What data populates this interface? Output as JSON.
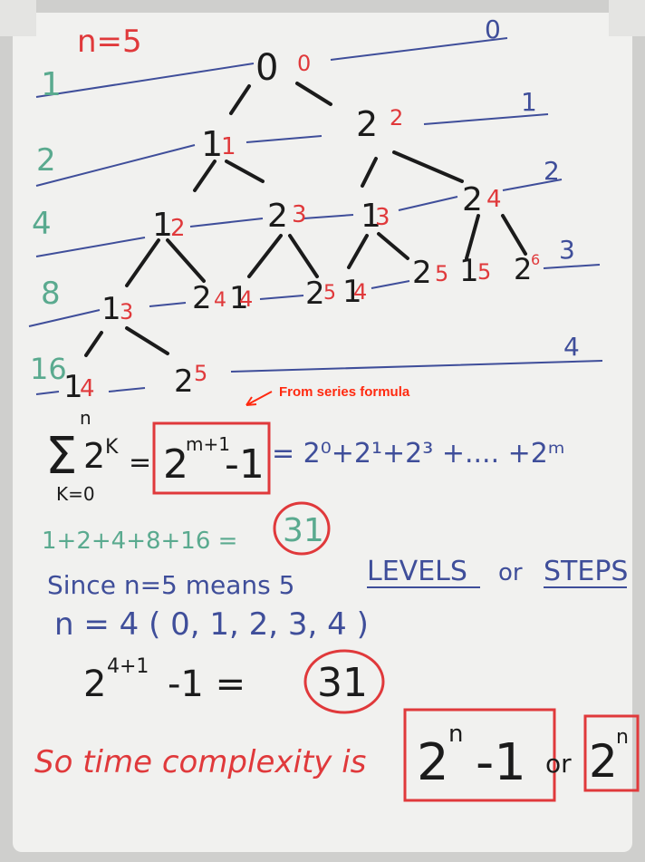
{
  "colors": {
    "black": "#1b1b1b",
    "red": "#e0393b",
    "blue": "#3f4e9a",
    "green": "#5aaa8f",
    "note": "#ff2a10",
    "board": "#efefed",
    "frame": "#d9d9d8"
  },
  "header": {
    "n_label": "n=5"
  },
  "tree": {
    "level_counts": [
      "1",
      "2",
      "4",
      "8",
      "16"
    ],
    "level_indices": [
      "0",
      "1",
      "2",
      "3",
      "4"
    ],
    "root": {
      "value": "0",
      "depth": "0"
    },
    "l1": [
      {
        "value": "1",
        "depth": "1"
      },
      {
        "value": "2",
        "depth": "2"
      }
    ],
    "l2": [
      {
        "value": "1",
        "depth": "2"
      },
      {
        "value": "2",
        "depth": "3"
      },
      {
        "value": "1",
        "depth": "3"
      },
      {
        "value": "2",
        "depth": "4"
      }
    ],
    "l3": [
      {
        "value": "1",
        "depth": "3"
      },
      {
        "value": "2",
        "depth": "4"
      },
      {
        "value": "1",
        "depth": "4"
      },
      {
        "value": "2",
        "depth": "5"
      },
      {
        "value": "1",
        "depth": "4"
      },
      {
        "value": "2",
        "depth": "5"
      },
      {
        "value": "1",
        "depth": "5"
      },
      {
        "value": "2",
        "depth": "6"
      }
    ],
    "l4": [
      {
        "value": "1",
        "depth": "4"
      },
      {
        "value": "2",
        "depth": "5"
      }
    ]
  },
  "annotation": {
    "text": "From series formula"
  },
  "formula": {
    "sum_top": "n",
    "sum_term": "2",
    "sum_exp": "K",
    "sum_bottom": "K=0",
    "equals": "=",
    "boxed": "2",
    "boxed_exp": "m+1",
    "boxed_tail": "-1",
    "expansion": "= 2⁰+2¹+2³ +.... +2ᵐ"
  },
  "sum_line": {
    "text": "1+2+4+8+16 =",
    "result": "31"
  },
  "since_line": {
    "text": "Since n=5 means 5",
    "levels": "LEVELS",
    "or": "or",
    "steps": "STEPS"
  },
  "n4_line": {
    "text": "n = 4   ( 0, 1, 2, 3, 4 )"
  },
  "calc_line": {
    "base": "2",
    "exp": "4+1",
    "tail": "-1  =",
    "result": "31"
  },
  "conclusion": {
    "text": "So time complexity is",
    "box1_base": "2",
    "box1_exp": "n",
    "box1_tail": "-1",
    "or": "or",
    "box2_base": "2",
    "box2_exp": "n"
  }
}
